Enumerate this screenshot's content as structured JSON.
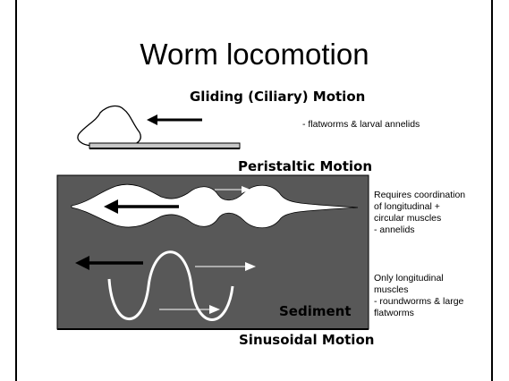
{
  "slide": {
    "title": "Worm locomotion"
  },
  "gliding": {
    "heading": "Gliding (Ciliary) Motion",
    "note": "- flatworms & larval annelids"
  },
  "peristaltic": {
    "heading": "Peristaltic Motion",
    "note": "Requires coordination\nof longitudinal +\ncircular muscles\n- annelids"
  },
  "sinusoidal": {
    "heading": "Sinusoidal Motion",
    "note": "Only longitudinal\nmuscles\n- roundworms & large\nflatworms",
    "sediment_label": "Sediment"
  },
  "colors": {
    "sediment": "#585858",
    "worm": "#ffffff",
    "arrow": "#000000",
    "frame": "#000000"
  }
}
